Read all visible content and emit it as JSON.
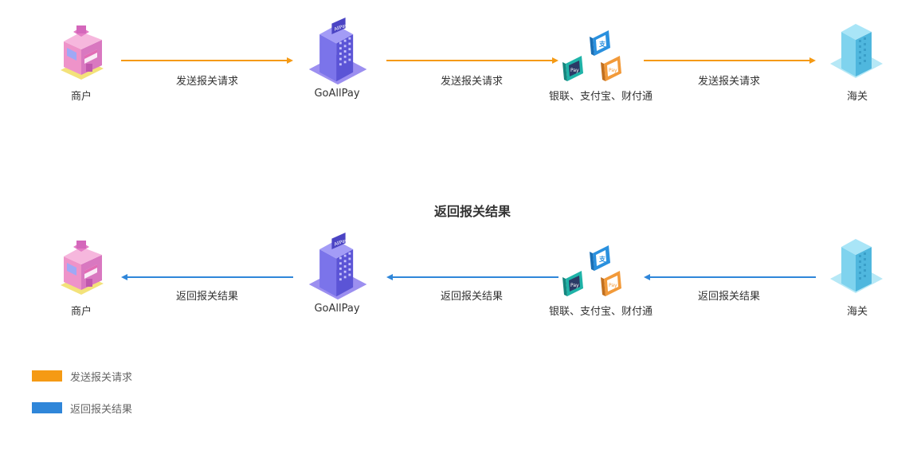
{
  "colors": {
    "send": "#f59a14",
    "return": "#2f86d9"
  },
  "nodes": {
    "merchant": "商户",
    "goallpay": "GoAllPay",
    "payments": "银联、支付宝、财付通",
    "customs": "海关"
  },
  "send_row": {
    "edge1": "发送报关请求",
    "edge2": "发送报关请求",
    "edge3": "发送报关请求"
  },
  "return_row": {
    "title": "返回报关结果",
    "edge1": "返回报关结果",
    "edge2": "返回报关结果",
    "edge3": "返回报关结果"
  },
  "legend": [
    {
      "label": "发送报关请求",
      "color": "#f59a14"
    },
    {
      "label": "返回报关结果",
      "color": "#2f86d9"
    }
  ]
}
